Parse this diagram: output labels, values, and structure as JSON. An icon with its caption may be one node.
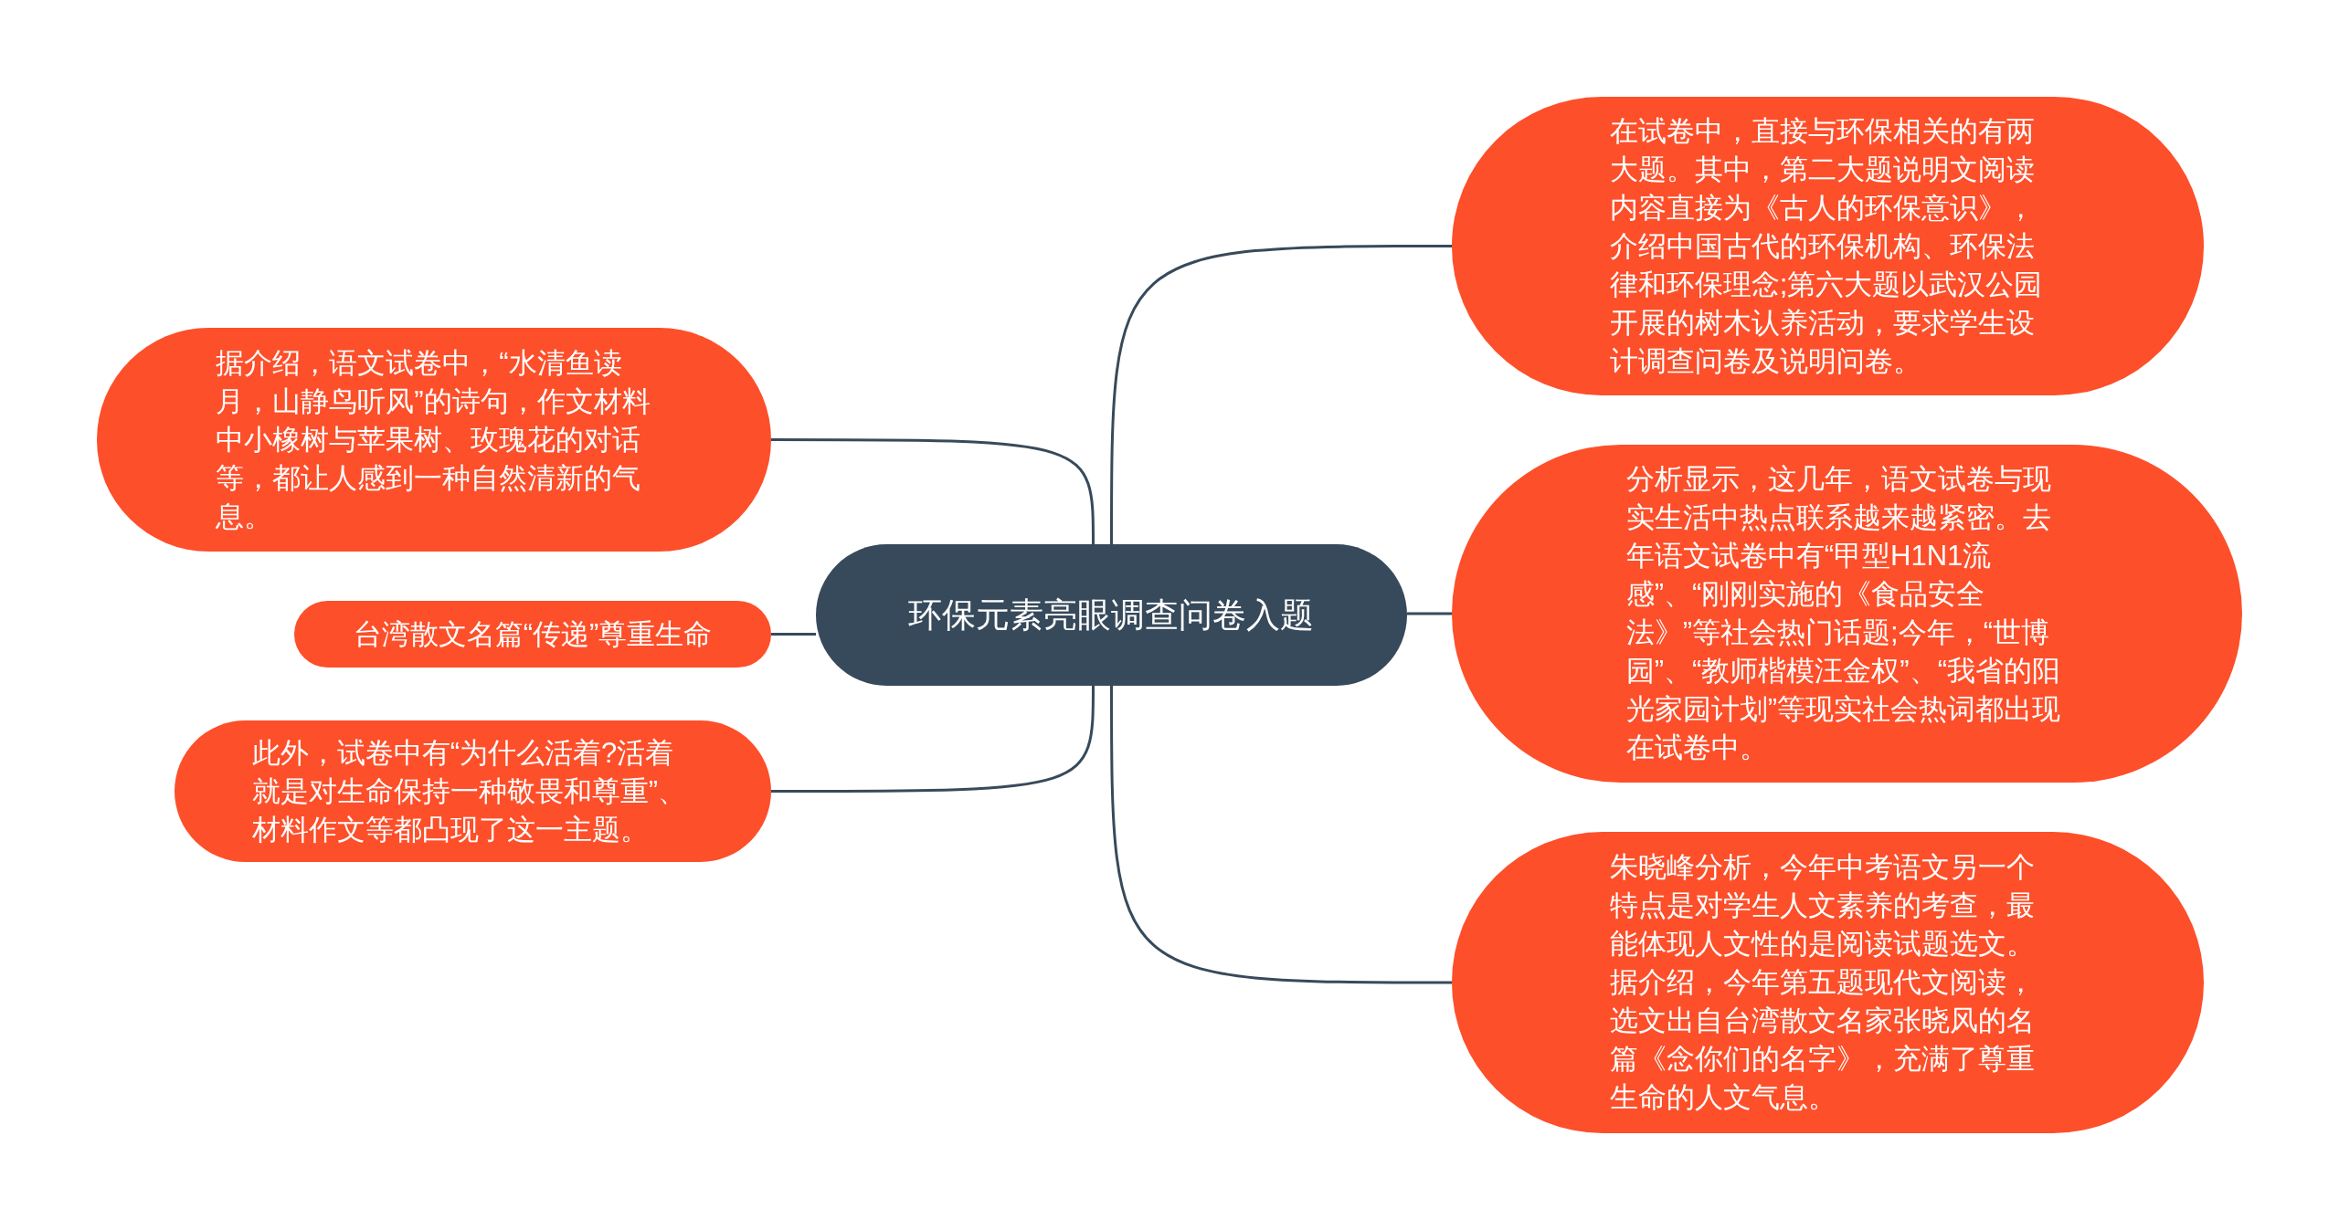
{
  "diagram": {
    "nodes": [
      {
        "text": [
          "环保元素亮眼调查问卷入题"
        ]
      },
      {
        "text": [
          "在试卷中，直接与环保相关的有两大题。其中，第二大题说明文阅读内容直接为《古人的环保意识》，介绍中国古代的环保机构、环保法律和环保理念;第六大题以武汉公园开展的树木认养活动，要求学生设计调查问卷及说明问卷。"
        ]
      },
      {
        "text": [
          "分析显示，这几年，语文试卷与现实生活中热点联系越来越紧密。去年语文试卷中有“甲型H1N1流感”、“刚刚实施的《食品安全法》”等社会热门话题;今年，“世博园”、“教师楷模汪金权”、“我省的阳光家园计划”等现实社会热词都出现在试卷中。"
        ]
      },
      {
        "text": [
          "朱晓峰分析，今年中考语文另一个特点是对学生人文素养的考查，最能体现人文性的是阅读试题选文。据介绍，今年第五题现代文阅读，选文出自台湾散文名家张晓风的名篇《念你们的名字》，充满了尊重生命的人文气息。"
        ]
      },
      {
        "text": [
          "据介绍，语文试卷中，“水清鱼读月，山静鸟听风”的诗句，作文材料中小橡树与苹果树、玫瑰花的对话等，都让人感到一种自然清新的气息。"
        ]
      },
      {
        "text": [
          "台湾散文名篇“传递”尊重生命"
        ]
      },
      {
        "text": [
          "此外，试卷中有“为什么活着?活着就是对生命保持一种敬畏和尊重”、材料作文等都凸现了这一主题。"
        ]
      }
    ],
    "edges": [
      {
        "from": 0,
        "to": 1,
        "arrow": "none"
      },
      {
        "from": 0,
        "to": 2,
        "arrow": "none"
      },
      {
        "from": 0,
        "to": 3,
        "arrow": "none"
      },
      {
        "from": 0,
        "to": 4,
        "arrow": "none"
      },
      {
        "from": 0,
        "to": 5,
        "arrow": "none"
      },
      {
        "from": 0,
        "to": 6,
        "arrow": "none"
      }
    ]
  }
}
